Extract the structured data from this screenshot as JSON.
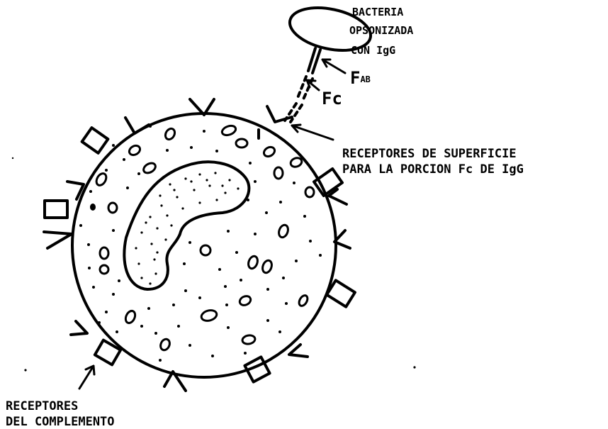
{
  "labels": {
    "bacteria": [
      "BACTERIA",
      "OPSONIZADA",
      "CON IgG"
    ],
    "fab": "FAB",
    "fc": "Fc",
    "fc_receptors": [
      "RECEPTORES DE SUPERFICIE",
      "PARA LA PORCION Fc DE IgG"
    ],
    "complement_receptors": [
      "RECEPTORES",
      "DEL COMPLEMENTO"
    ]
  }
}
